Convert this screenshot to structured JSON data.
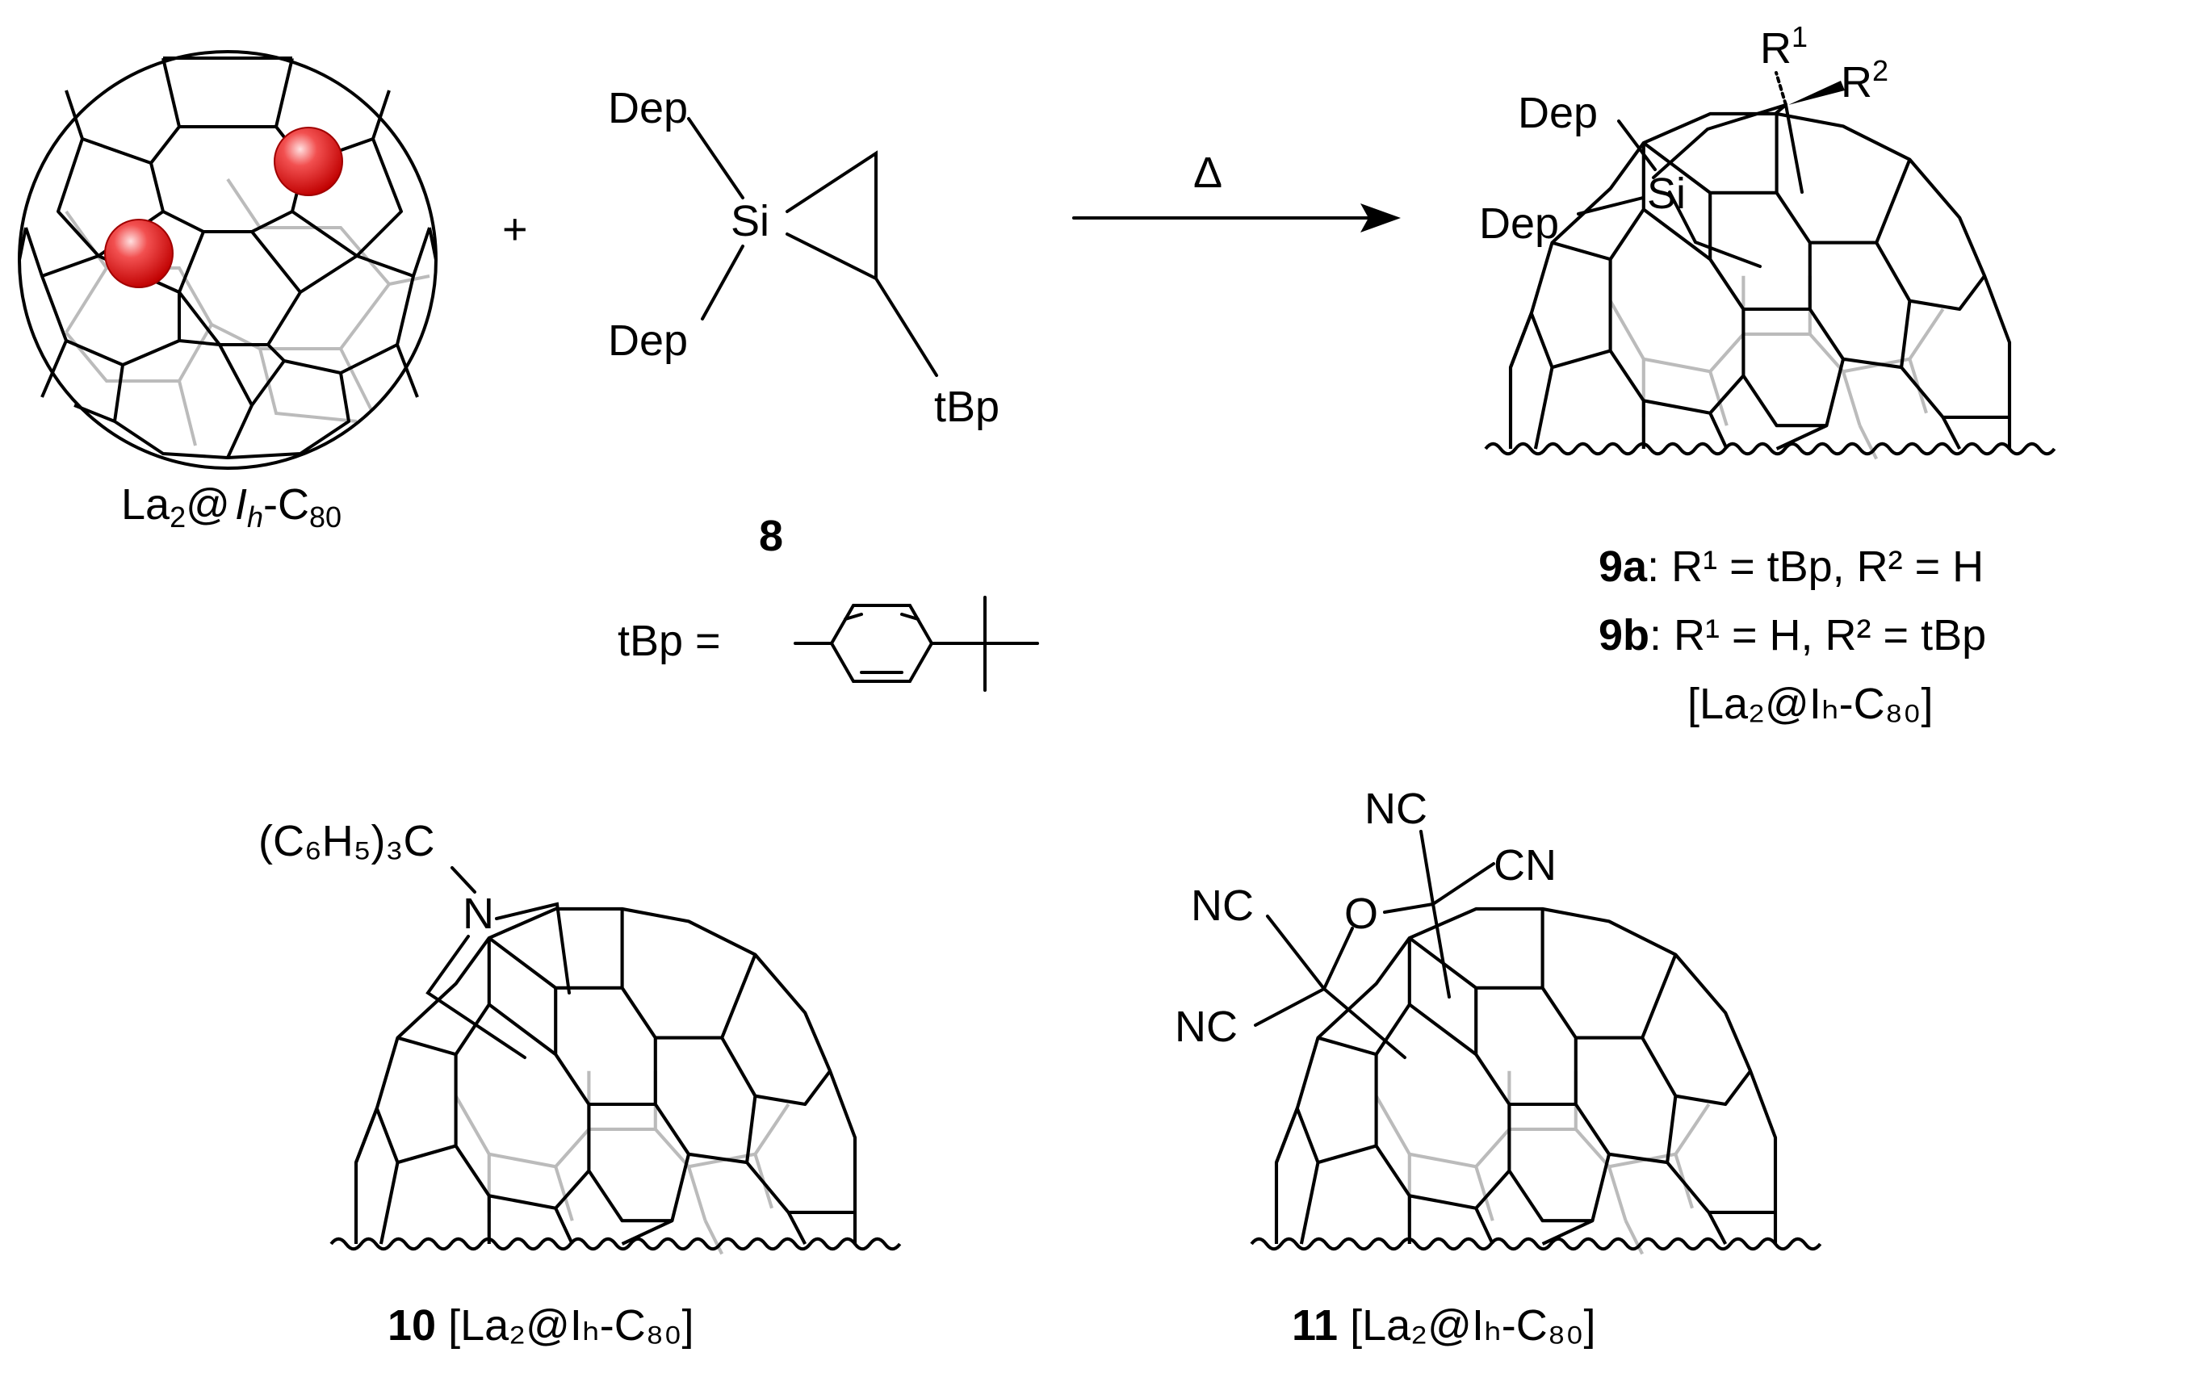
{
  "reactant_fullerene": {
    "label_main": "La",
    "label_sub": "2",
    "label_at": "@",
    "label_ih": "I",
    "label_h": "h",
    "label_tail": "-C",
    "label_80": "80"
  },
  "plus_sign": "+",
  "reagent": {
    "number": "8",
    "dep_top": "Dep",
    "dep_bottom": "Dep",
    "si": "Si",
    "tbp": "tBp",
    "tbp_def": "tBp ="
  },
  "arrow": {
    "condition": "Δ"
  },
  "product9": {
    "dep_top": "Dep",
    "dep_bottom": "Dep",
    "si": "Si",
    "r1": "R",
    "r1_sup": "1",
    "r2": "R",
    "r2_sup": "2",
    "line_9a_bold": "9a",
    "line_9a_text": ": R¹ = tBp, R² = H",
    "line_9b_bold": "9b",
    "line_9b_text": ": R¹ = H, R² = tBp",
    "line_3": "[La₂@Iₕ-C₈₀]"
  },
  "product10": {
    "substituent": "(C₆H₅)₃C",
    "nitrogen": "N",
    "label_bold": "10",
    "label_text": " [La₂@Iₕ-C₈₀]"
  },
  "product11": {
    "nc_top": "NC",
    "cn_right": "CN",
    "nc_left": "NC",
    "nc_bottom": "NC",
    "oxygen": "O",
    "label_bold": "11",
    "label_text": " [La₂@Iₕ-C₈₀]"
  },
  "colors": {
    "la_atom": "#e8141a",
    "back_bonds": "#bbbbbb"
  }
}
